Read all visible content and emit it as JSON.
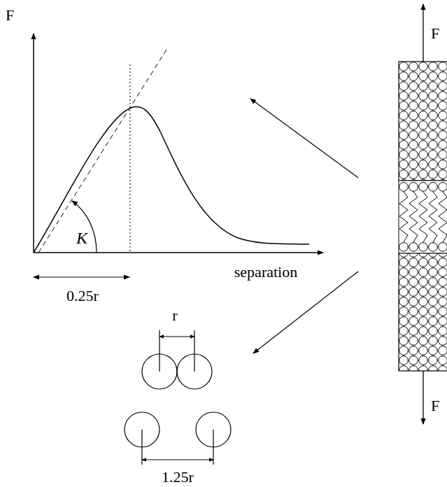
{
  "diagram": {
    "labels": [
      "F",
      "K",
      "separation",
      "0.25r",
      "r",
      "1.25r",
      "F",
      "F"
    ]
  }
}
